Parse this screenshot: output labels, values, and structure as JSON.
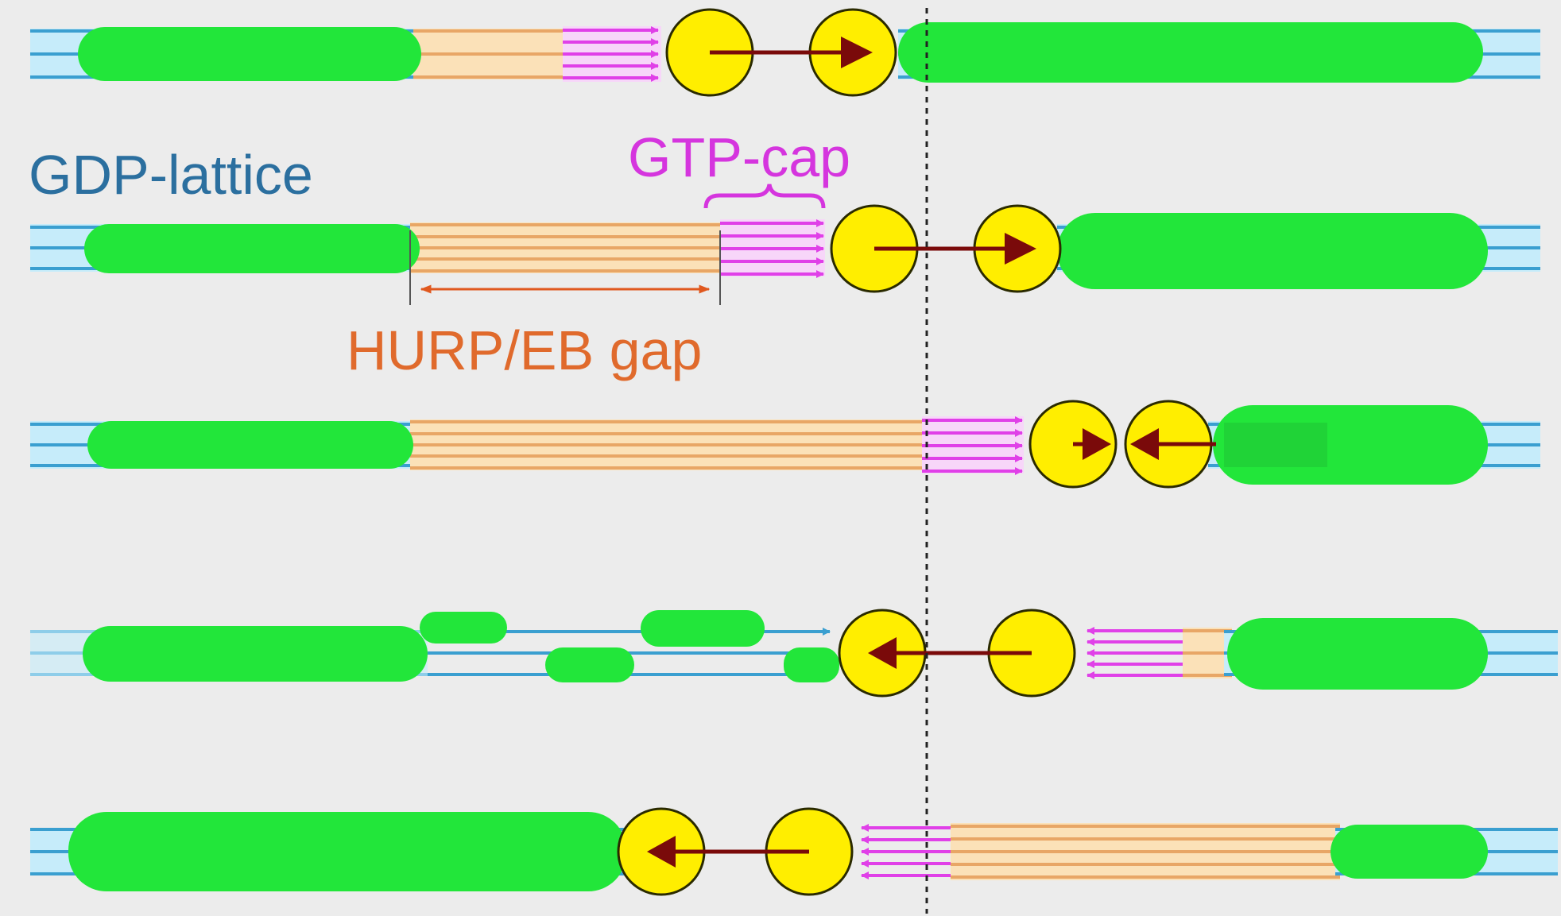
{
  "labels": {
    "gdp_lattice": "GDP-lattice",
    "gtp_cap": "GTP-cap",
    "hurp_eb_gap": "HURP/EB gap"
  },
  "colors": {
    "background": "#ececec",
    "gdp_lattice_line": "#3a9fd0",
    "gdp_lattice_light": "#c6ecfa",
    "gap_line": "#e8a666",
    "gap_light": "#fbe1b8",
    "gtp_cap": "#e040e8",
    "binding_protein": "#22e63a",
    "motor_fill": "#ffee00",
    "motor_stroke": "#2a2a00",
    "motor_arrow": "#7a0a0a",
    "label_gdp": "#2b6f9f",
    "label_gtp": "#d535de",
    "label_gap": "#e06a2c",
    "gap_arrow": "#e0581e",
    "divider": "#222222"
  }
}
